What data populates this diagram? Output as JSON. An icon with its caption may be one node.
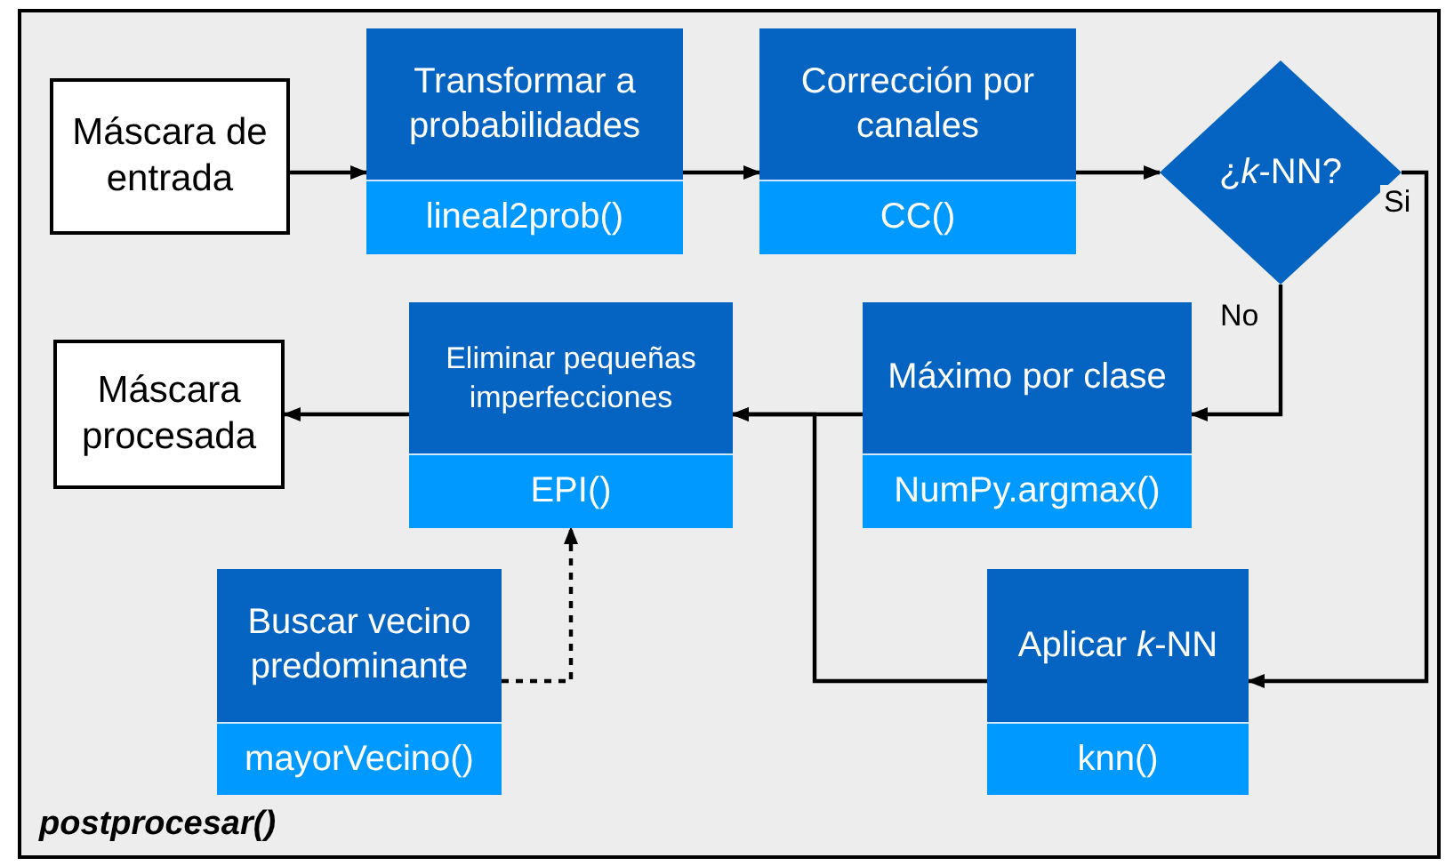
{
  "diagram": {
    "nodes": [
      {
        "text": [
          "postprocesar()"
        ]
      },
      {
        "text": [
          "Máscara de entrada"
        ],
        "in": 0
      },
      {
        "text": [
          "Transformar a probabilidades",
          "lineal2prob()"
        ],
        "in": 0
      },
      {
        "text": [
          "Corrección por canales",
          "CC()"
        ],
        "in": 0
      },
      {
        "text": [
          "¿*k*-NN?"
        ],
        "in": 0
      },
      {
        "text": [
          "Máscara procesada"
        ],
        "in": 0
      },
      {
        "text": [
          "Eliminar pequeñas imperfecciones",
          "EPI()"
        ],
        "in": 0
      },
      {
        "text": [
          "Máximo por clase",
          "NumPy.argmax()"
        ],
        "in": 0
      },
      {
        "text": [
          "Buscar vecino predominante",
          "mayorVecino()"
        ],
        "in": 0
      },
      {
        "text": [
          "Aplicar *k*-NN",
          "knn()"
        ],
        "in": 0
      }
    ],
    "edges": [
      {
        "from": 1,
        "to": 2,
        "arrow": "to"
      },
      {
        "from": 2,
        "to": 3,
        "arrow": "to"
      },
      {
        "from": 3,
        "to": 4,
        "arrow": "to"
      },
      {
        "from": 4,
        "to": 9,
        "arrow": "to",
        "label": "Si"
      },
      {
        "from": 4,
        "to": 7,
        "arrow": "to",
        "label": "No"
      },
      {
        "from": 7,
        "to": 6,
        "arrow": "to"
      },
      {
        "from": 9,
        "to": 6,
        "arrow": "to"
      },
      {
        "from": 6,
        "to": 5,
        "arrow": "to"
      },
      {
        "from": 8,
        "to": 6,
        "arrow": "to",
        "style": "dashed"
      }
    ]
  }
}
